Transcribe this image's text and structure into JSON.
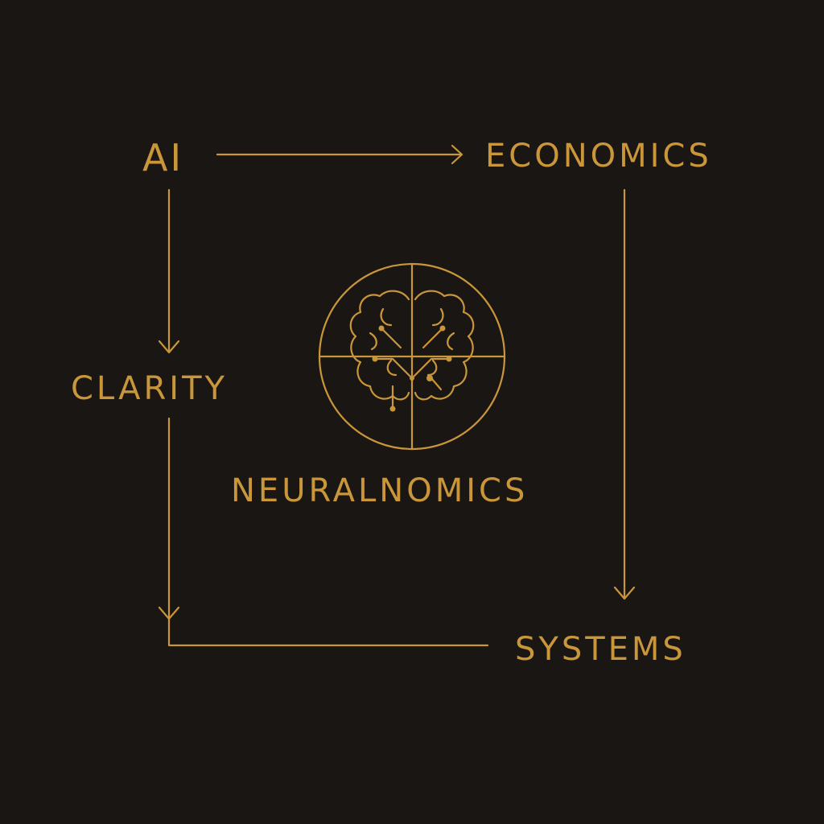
{
  "colors": {
    "background": "#1a1614",
    "accent": "#c9963a"
  },
  "nodes": {
    "ai": "AI",
    "economics": "ECONOMICS",
    "clarity": "CLARITY",
    "systems": "SYSTEMS"
  },
  "center": {
    "title": "NEURALNOMICS",
    "icon": "brain-circuit-icon"
  },
  "connections": [
    {
      "from": "AI",
      "to": "ECONOMICS"
    },
    {
      "from": "ECONOMICS",
      "to": "SYSTEMS"
    },
    {
      "from": "AI",
      "to": "CLARITY"
    },
    {
      "from": "CLARITY",
      "to": "SYSTEMS"
    }
  ]
}
